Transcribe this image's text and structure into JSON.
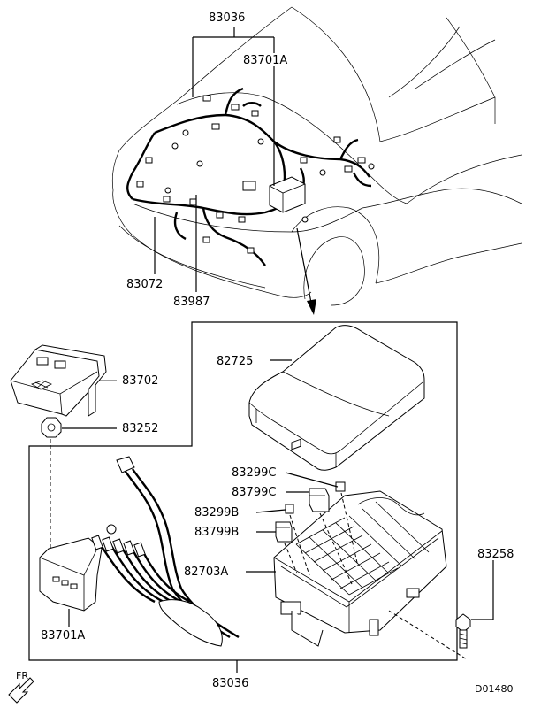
{
  "labels": {
    "p83036_top": "83036",
    "p83701a_top": "83701A",
    "p83072": "83072",
    "p83987": "83987",
    "p82725": "82725",
    "p83702": "83702",
    "p83252": "83252",
    "p83299c": "83299C",
    "p83799c": "83799C",
    "p83299b": "83299B",
    "p83799b": "83799B",
    "p82703a": "82703A",
    "p83258": "83258",
    "p83701a_bottom": "83701A",
    "p83036_bottom": "83036",
    "fr": "FR",
    "figure_code": "D01480"
  }
}
